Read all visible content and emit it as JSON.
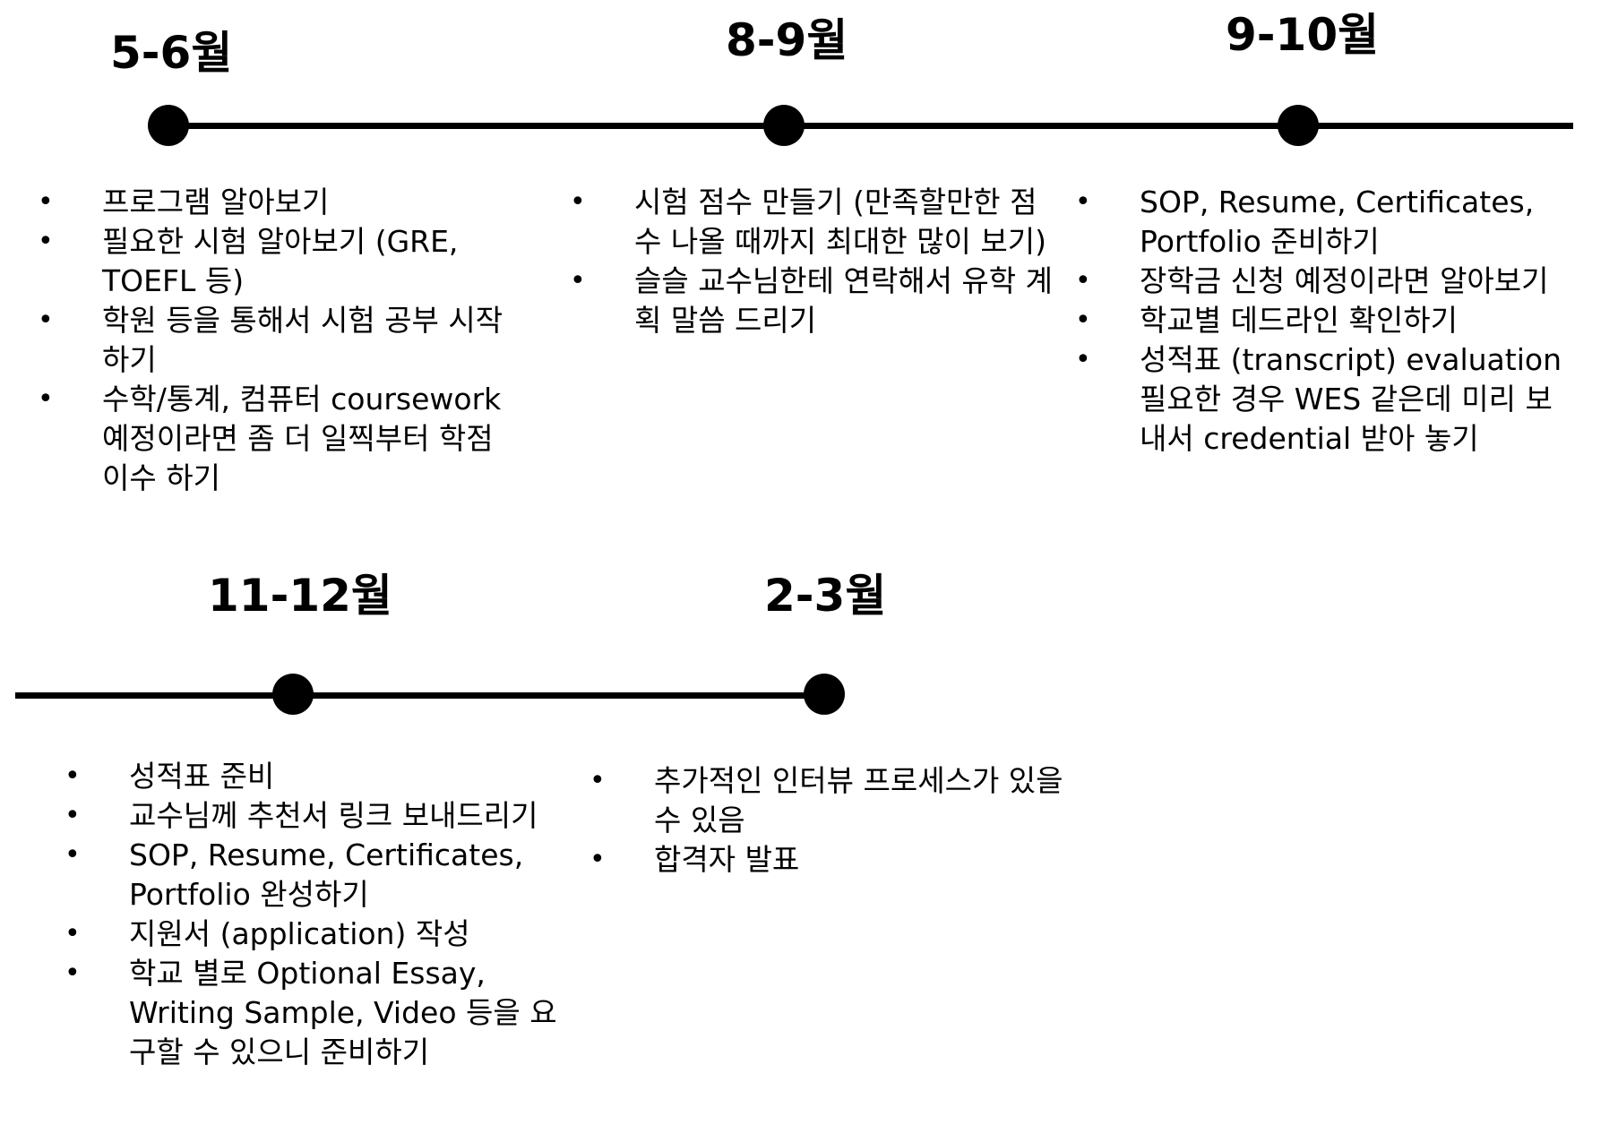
{
  "timeline_top": {
    "periods": [
      {
        "label": "5-6월",
        "tasks": [
          "프로그램 알아보기",
          "필요한 시험 알아보기 (GRE, TOEFL 등)",
          "학원 등을 통해서 시험 공부 시작하기",
          "수학/통계, 컴퓨터 coursework 예정이라면 좀 더 일찍부터 학점 이수 하기"
        ]
      },
      {
        "label": "8-9월",
        "tasks": [
          "시험 점수 만들기 (만족할만한 점수 나올 때까지 최대한 많이 보기)",
          "슬슬 교수님한테 연락해서 유학 계획 말씀 드리기"
        ]
      },
      {
        "label": "9-10월",
        "tasks": [
          "SOP, Resume, Certificates, Portfolio 준비하기",
          "장학금 신청 예정이라면 알아보기",
          "학교별 데드라인 확인하기",
          "성적표 (transcript) evaluation 필요한 경우 WES 같은데 미리 보내서 credential 받아 놓기"
        ]
      }
    ]
  },
  "timeline_bottom": {
    "periods": [
      {
        "label": "11-12월",
        "tasks": [
          "성적표 준비",
          "교수님께 추천서 링크 보내드리기",
          "SOP, Resume, Certificates, Portfolio 완성하기",
          "지원서 (application) 작성",
          "학교 별로 Optional Essay, Writing Sample, Video 등을 요구할 수 있으니 준비하기"
        ]
      },
      {
        "label": "2-3월",
        "tasks": [
          "추가적인 인터뷰 프로세스가 있을 수 있음",
          "합격자 발표"
        ]
      }
    ]
  }
}
